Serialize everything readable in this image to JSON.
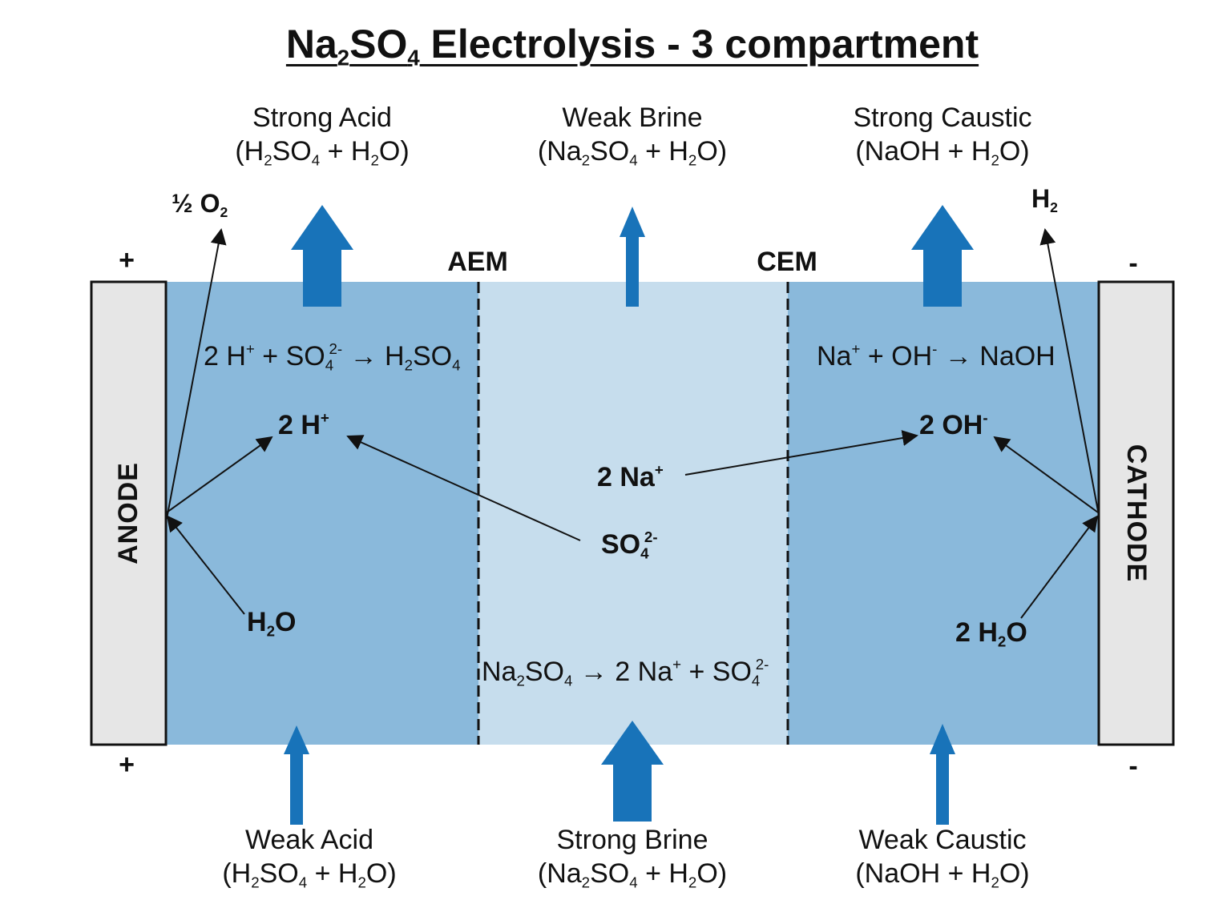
{
  "title": {
    "pre": "Na",
    "s1": "2",
    "mid": "SO",
    "s2": "4",
    "post": " Electrolysis - 3 compartment"
  },
  "colors": {
    "outer_compartment": "#8ab9db",
    "middle_compartment": "#c6dded",
    "electrode": "#e6e6e6",
    "arrow_blue": "#1873b9",
    "line": "#111111"
  },
  "outlets": {
    "left": {
      "name": "Strong Acid",
      "f": {
        "a": "(H",
        "b": "2",
        "c": "SO",
        "d": "4",
        "e": " + H",
        "f": "2",
        "g": "O)"
      }
    },
    "middle": {
      "name": "Weak Brine",
      "f": {
        "a": "(Na",
        "b": "2",
        "c": "SO",
        "d": "4",
        "e": " + H",
        "f": "2",
        "g": "O)"
      }
    },
    "right": {
      "name": "Strong Caustic",
      "f": {
        "a": "(NaOH + H",
        "b": "2",
        "c": "O)"
      }
    }
  },
  "inlets": {
    "left": {
      "name": "Weak Acid",
      "f": {
        "a": "(H",
        "b": "2",
        "c": "SO",
        "d": "4",
        "e": " + H",
        "f": "2",
        "g": "O)"
      }
    },
    "middle": {
      "name": "Strong Brine",
      "f": {
        "a": "(Na",
        "b": "2",
        "c": "SO",
        "d": "4",
        "e": " + H",
        "f": "2",
        "g": "O)"
      }
    },
    "right": {
      "name": "Weak Caustic",
      "f": {
        "a": "(NaOH + H",
        "b": "2",
        "c": "O)"
      }
    }
  },
  "gases": {
    "o2": {
      "a": "½ O",
      "b": "2"
    },
    "h2": {
      "a": "H",
      "b": "2"
    }
  },
  "membranes": {
    "left": "AEM",
    "right": "CEM"
  },
  "electrodes": {
    "anode": "ANODE",
    "cathode": "CATHODE"
  },
  "signs": {
    "plus": "+",
    "minus": "-"
  },
  "equations": {
    "acid": {
      "a": "2 H",
      "b": "+",
      "c": " + SO",
      "d": "4",
      "e": "2-",
      "f": " → H",
      "g": "2",
      "h": "SO",
      "i": "4"
    },
    "caustic": {
      "a": "Na",
      "b": "+",
      "c": " + OH",
      "d": "-",
      "e": " → NaOH"
    },
    "brine": {
      "a": "Na",
      "b": "2",
      "c": "SO",
      "d": "4",
      "e": " → 2 Na",
      "f": "+",
      "g": " + SO",
      "h": "4",
      "i": "2-"
    }
  },
  "species": {
    "h_plus": {
      "a": "2 H",
      "b": "+"
    },
    "na_plus": {
      "a": "2 Na",
      "b": "+"
    },
    "so4": {
      "a": "SO",
      "b": "4",
      "c": "2-"
    },
    "oh_minus": {
      "a": "2 OH",
      "b": "-"
    },
    "h2o_left": {
      "a": "H",
      "b": "2",
      "c": "O"
    },
    "h2o_right": {
      "a": "2 H",
      "b": "2",
      "c": "O"
    }
  }
}
